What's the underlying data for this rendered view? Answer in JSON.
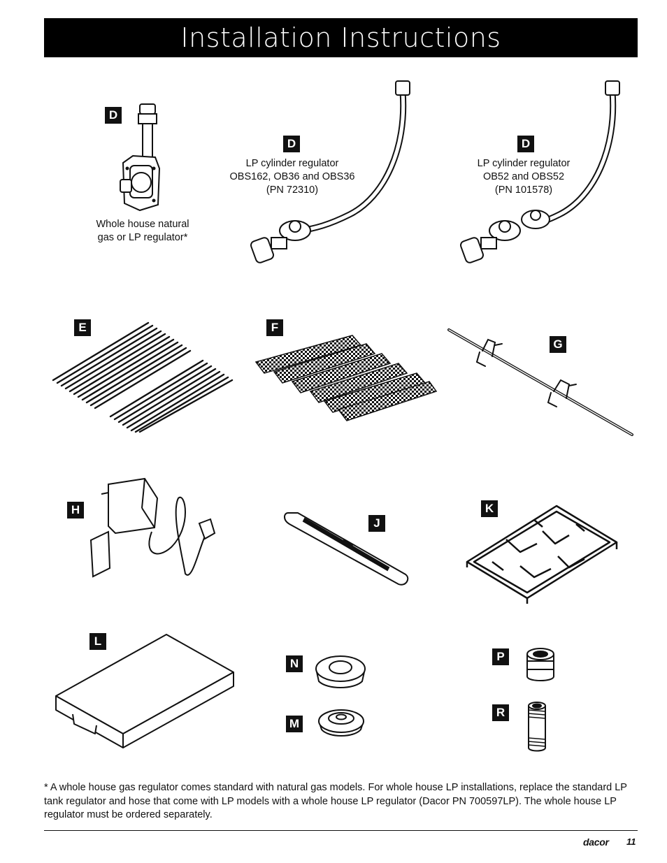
{
  "header": {
    "title": "Installation Instructions"
  },
  "items": {
    "d1": {
      "letter": "D",
      "caption_lines": [
        "Whole house natural",
        "gas or LP regulator*"
      ]
    },
    "d2": {
      "letter": "D",
      "caption_lines": [
        "LP cylinder regulator",
        "OBS162, OB36 and OBS36",
        "(PN 72310)"
      ]
    },
    "d3": {
      "letter": "D",
      "caption_lines": [
        "LP cylinder regulator",
        "OB52 and OBS52",
        "(PN 101578)"
      ]
    },
    "e": {
      "letter": "E"
    },
    "f": {
      "letter": "F"
    },
    "g": {
      "letter": "G"
    },
    "h": {
      "letter": "H"
    },
    "j": {
      "letter": "J"
    },
    "k": {
      "letter": "K"
    },
    "l": {
      "letter": "L"
    },
    "n": {
      "letter": "N"
    },
    "m": {
      "letter": "M"
    },
    "p": {
      "letter": "P"
    },
    "r": {
      "letter": "R"
    }
  },
  "footnote": "* A whole house gas regulator comes standard with natural gas models. For whole house LP installations, replace the standard LP tank regulator and hose that come with LP models with a whole house LP regulator (Dacor PN 700597LP). The whole house LP regulator must be ordered separately.",
  "footer": {
    "brand": "dacor",
    "page_number": "11"
  }
}
